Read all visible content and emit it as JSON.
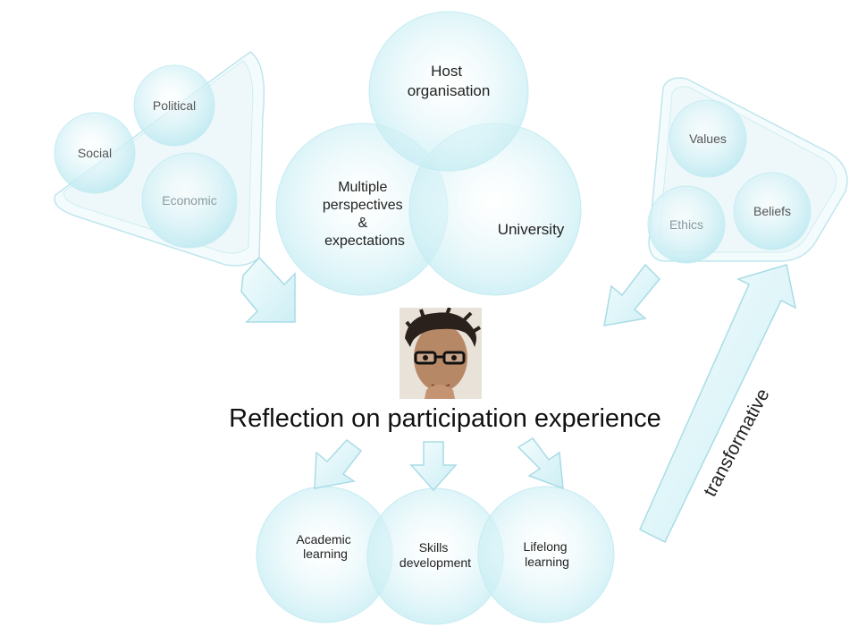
{
  "heading": "Reflection on participation experience",
  "transformative": "transformative",
  "context_funnel": {
    "social": "Social",
    "political": "Political",
    "economic": "Economic"
  },
  "values_funnel": {
    "values": "Values",
    "beliefs": "Beliefs",
    "ethics": "Ethics"
  },
  "perspectives": {
    "host": [
      "Host",
      "organisation"
    ],
    "multiple": [
      "Multiple",
      "perspectives",
      "&",
      "expectations"
    ],
    "university": "University"
  },
  "outcomes": {
    "academic": [
      "Academic",
      "learning"
    ],
    "skills": [
      "Skills",
      "development"
    ],
    "lifelong": [
      "Lifelong",
      "learning"
    ]
  },
  "colors": {
    "circle_fill": "#d2f1f6",
    "circle_stroke": "#bfe7ee",
    "arrow_fill": "#ddf4f8",
    "arrow_stroke": "#a9dce6",
    "muted_text": "#8a9aa0"
  },
  "portrait_icon": "person-photo"
}
